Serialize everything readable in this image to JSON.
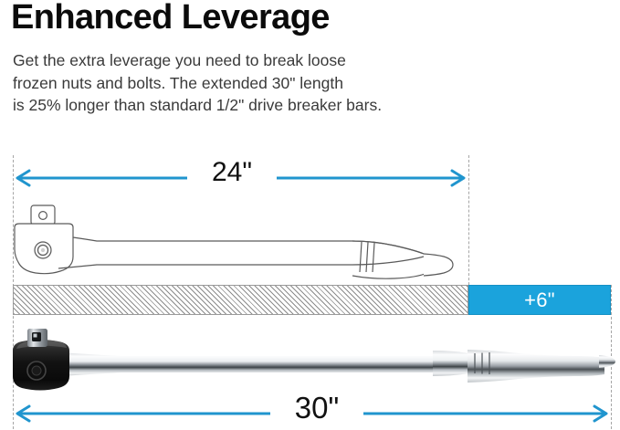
{
  "header": {
    "title": "Enhanced Leverage",
    "body_lines": [
      "Get the extra leverage you need to break loose",
      "frozen nuts and bolts. The extended 30\" length",
      "is 25% longer than standard 1/2\" drive breaker bars."
    ]
  },
  "diagram": {
    "top_dimension_label": "24\"",
    "bottom_dimension_label": "30\"",
    "extension_label": "+6\"",
    "top_tool_name": "standard-breaker-bar-outline",
    "bottom_tool_name": "extended-breaker-bar-photo",
    "hatch_bar_name": "standard-length-hatched-bar",
    "colors": {
      "accent_blue": "#1BA3DC",
      "arrow_blue": "#2095CE",
      "guide_gray": "#A6A6A6",
      "hatch_gray": "#8C8C8C",
      "heading_black": "#0B0B0B",
      "body_gray": "#3A3A3A"
    }
  }
}
